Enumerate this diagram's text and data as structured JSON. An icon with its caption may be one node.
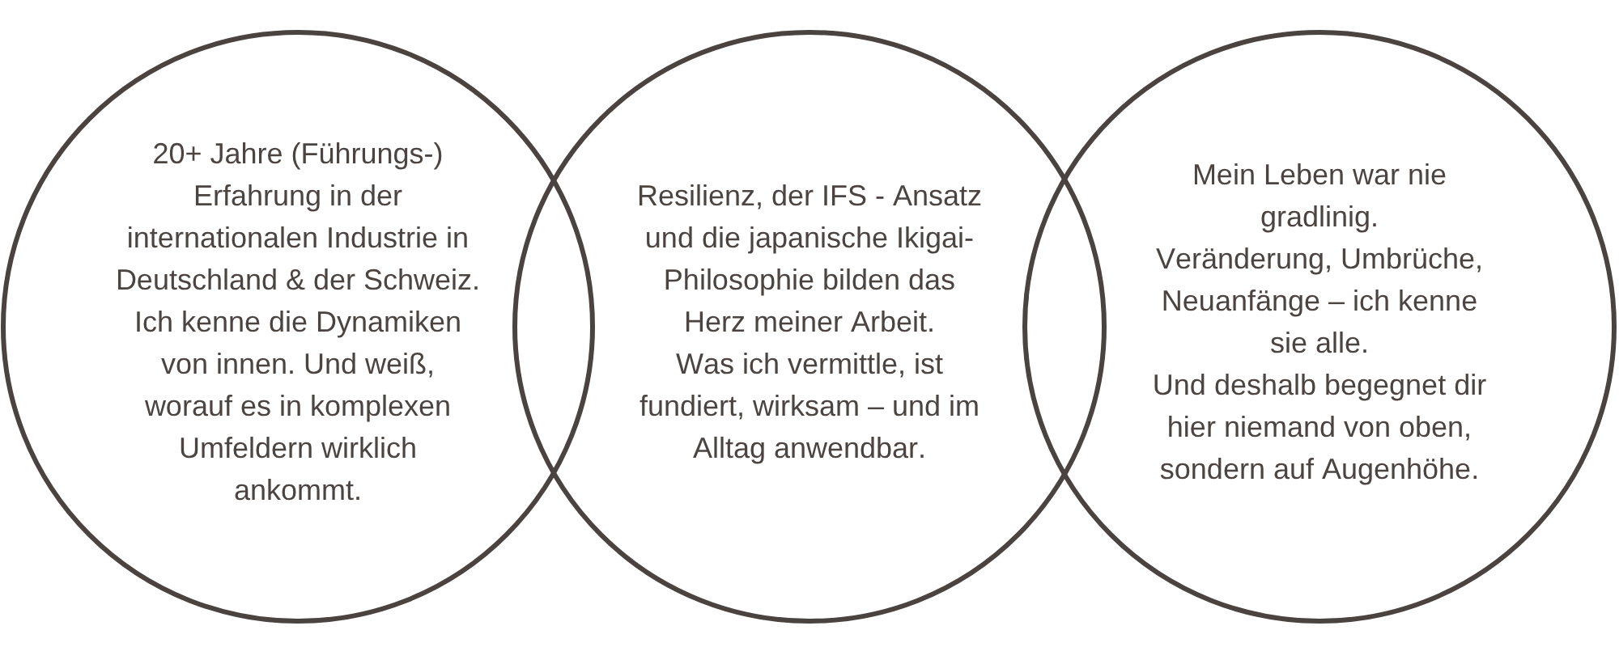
{
  "diagram": {
    "nodes": [
      {
        "text": [
          "20+ Jahre (Führungs-) Erfahrung in der internationalen Industrie in Deutschland & der Schweiz. Ich kenne die Dynamiken von innen. Und weiß, worauf es in komplexen Umfeldern wirklich ankommt."
        ]
      },
      {
        "text": [
          "Resilienz, der IFS - Ansatz und die japanische Ikigai-Philosophie bilden das Herz meiner Arbeit.",
          "Was ich vermittle, ist fundiert, wirksam – und im Alltag anwendbar."
        ]
      },
      {
        "text": [
          "Mein Leben war nie gradlinig.",
          "Veränderung, Umbrüche, Neuanfänge – ich kenne sie alle.",
          "Und deshalb begegnet dir hier niemand von oben, sondern auf Augenhöhe."
        ]
      }
    ]
  }
}
